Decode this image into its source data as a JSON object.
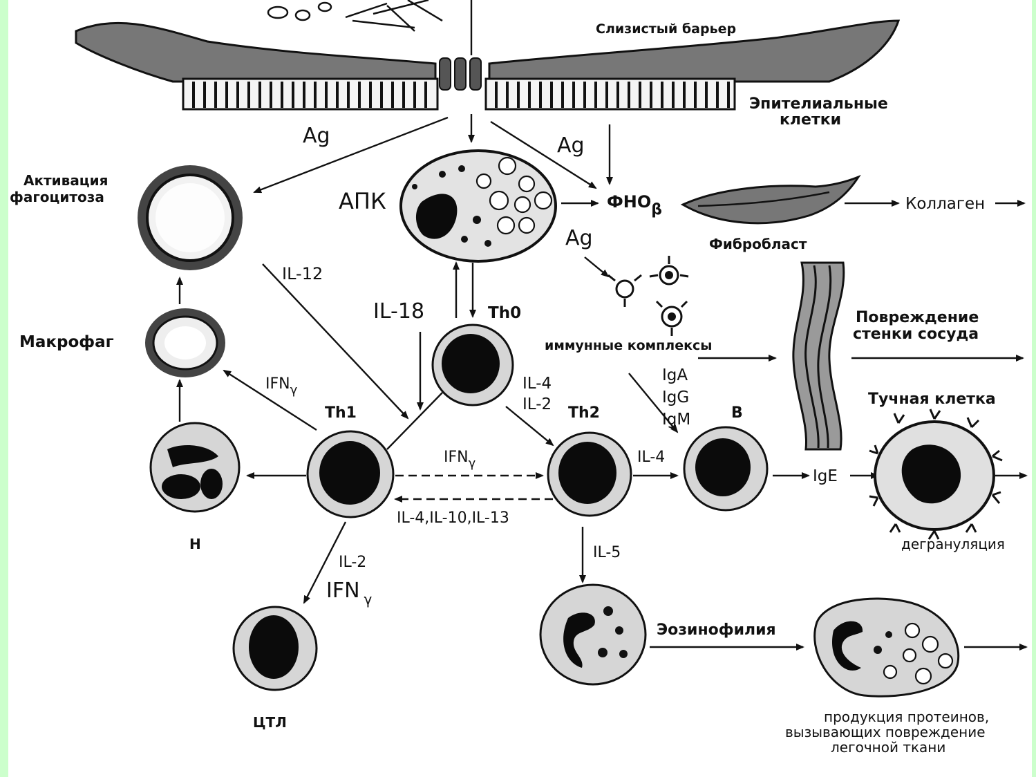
{
  "colors": {
    "frame_stripe": "#ccffcc",
    "ink": "#111111",
    "background": "#ffffff"
  },
  "labels": {
    "mucous_barrier": "Слизистый барьер",
    "epithelial_line1": "Эпителиальные",
    "epithelial_line2": "клетки",
    "ag_left": "Ag",
    "ag_right": "Ag",
    "ag_complex": "Ag",
    "phagocytosis_line1": "Активация",
    "phagocytosis_line2": "фагоцитоза",
    "apc": "АПК",
    "tnf": "ФНО",
    "tnf_sub": "β",
    "fibroblast": "Фибробласт",
    "collagen": "Коллаген",
    "il12": "IL-12",
    "il18": "IL-18",
    "th0": "Th0",
    "immune_complexes": "иммунные комплексы",
    "vessel_line1": "Повреждение",
    "vessel_line2": "стенки сосуда",
    "macrophage": "Макрофаг",
    "ifn_macro": "IFN",
    "ifn_sub": "γ",
    "il4_th0": "IL-4",
    "il2_th0": "IL-2",
    "iga": "IgA",
    "igg": "IgG",
    "igm": "IgM",
    "mast_cell": "Тучная клетка",
    "th1": "Th1",
    "th2": "Th2",
    "b_cell": "B",
    "ifn_dashed": "IFN",
    "il4_b": "IL-4",
    "ige": "IgE",
    "il_4_10_13": "IL-4,IL-10,IL-13",
    "nk": "Н",
    "degranulation": "дегрануляция",
    "il2_ctl": "IL-2",
    "ifn_ctl": "IFN",
    "il5": "IL-5",
    "eosinophilia": "Эозинофилия",
    "ctl": "ЦТЛ",
    "proteins_line1": "продукция протеинов,",
    "proteins_line2": "вызывающих повреждение",
    "proteins_line3": "легочной ткани"
  }
}
